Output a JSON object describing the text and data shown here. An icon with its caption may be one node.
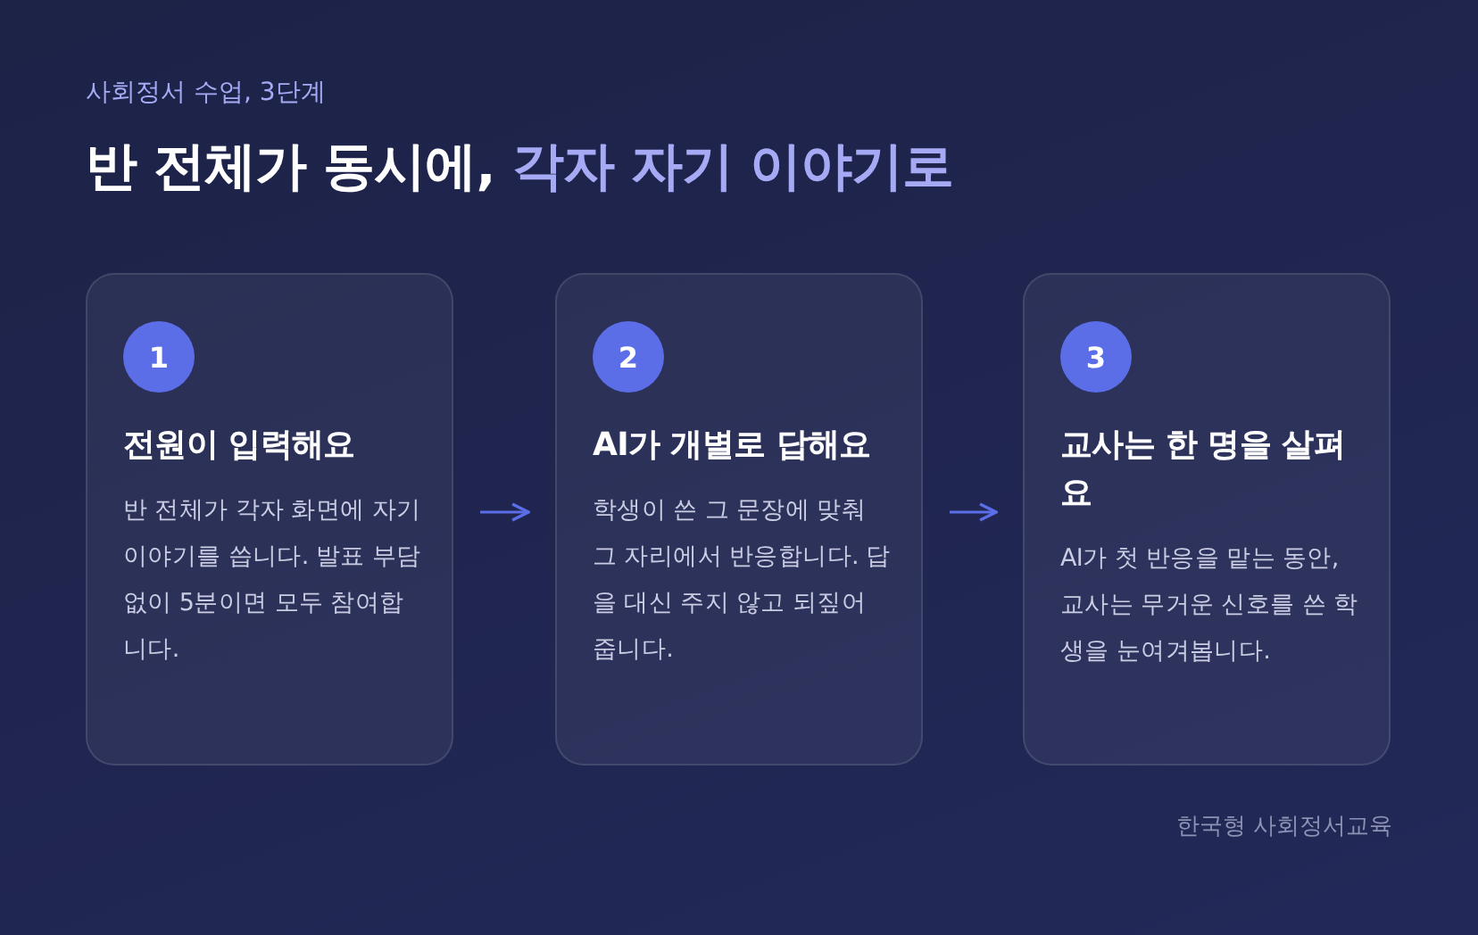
{
  "diagram": {
    "title": "반 전체가 동시에, *각자 자기 이야기로*",
    "nodes": [
      {
        "text": [
          "1",
          "전원이 입력해요",
          "반 전체가 각자 화면에 자기 이야기를 씁니다. 발표 부담 없이 5분이면 모두 참여합니다."
        ]
      },
      {
        "text": [
          "2",
          "AI가 개별로 답해요",
          "학생이 쓴 그 문장에 맞춰 그 자리에서 반응합니다. 답을 대신 주지 않고 되짚어 줍니다."
        ]
      },
      {
        "text": [
          "3",
          "교사는 한 명을 살펴요",
          "AI가 첫 반응을 맡는 동안, 교사는 무거운 신호를 쓴 학생을 눈여겨봅니다."
        ]
      }
    ],
    "edges": [
      {
        "from": 0,
        "to": 1,
        "arrow": "to"
      },
      {
        "from": 1,
        "to": 2,
        "arrow": "to"
      }
    ],
    "labels": [
      "사회정서 수업, 3단계",
      "한국형 사회정서교육"
    ]
  }
}
